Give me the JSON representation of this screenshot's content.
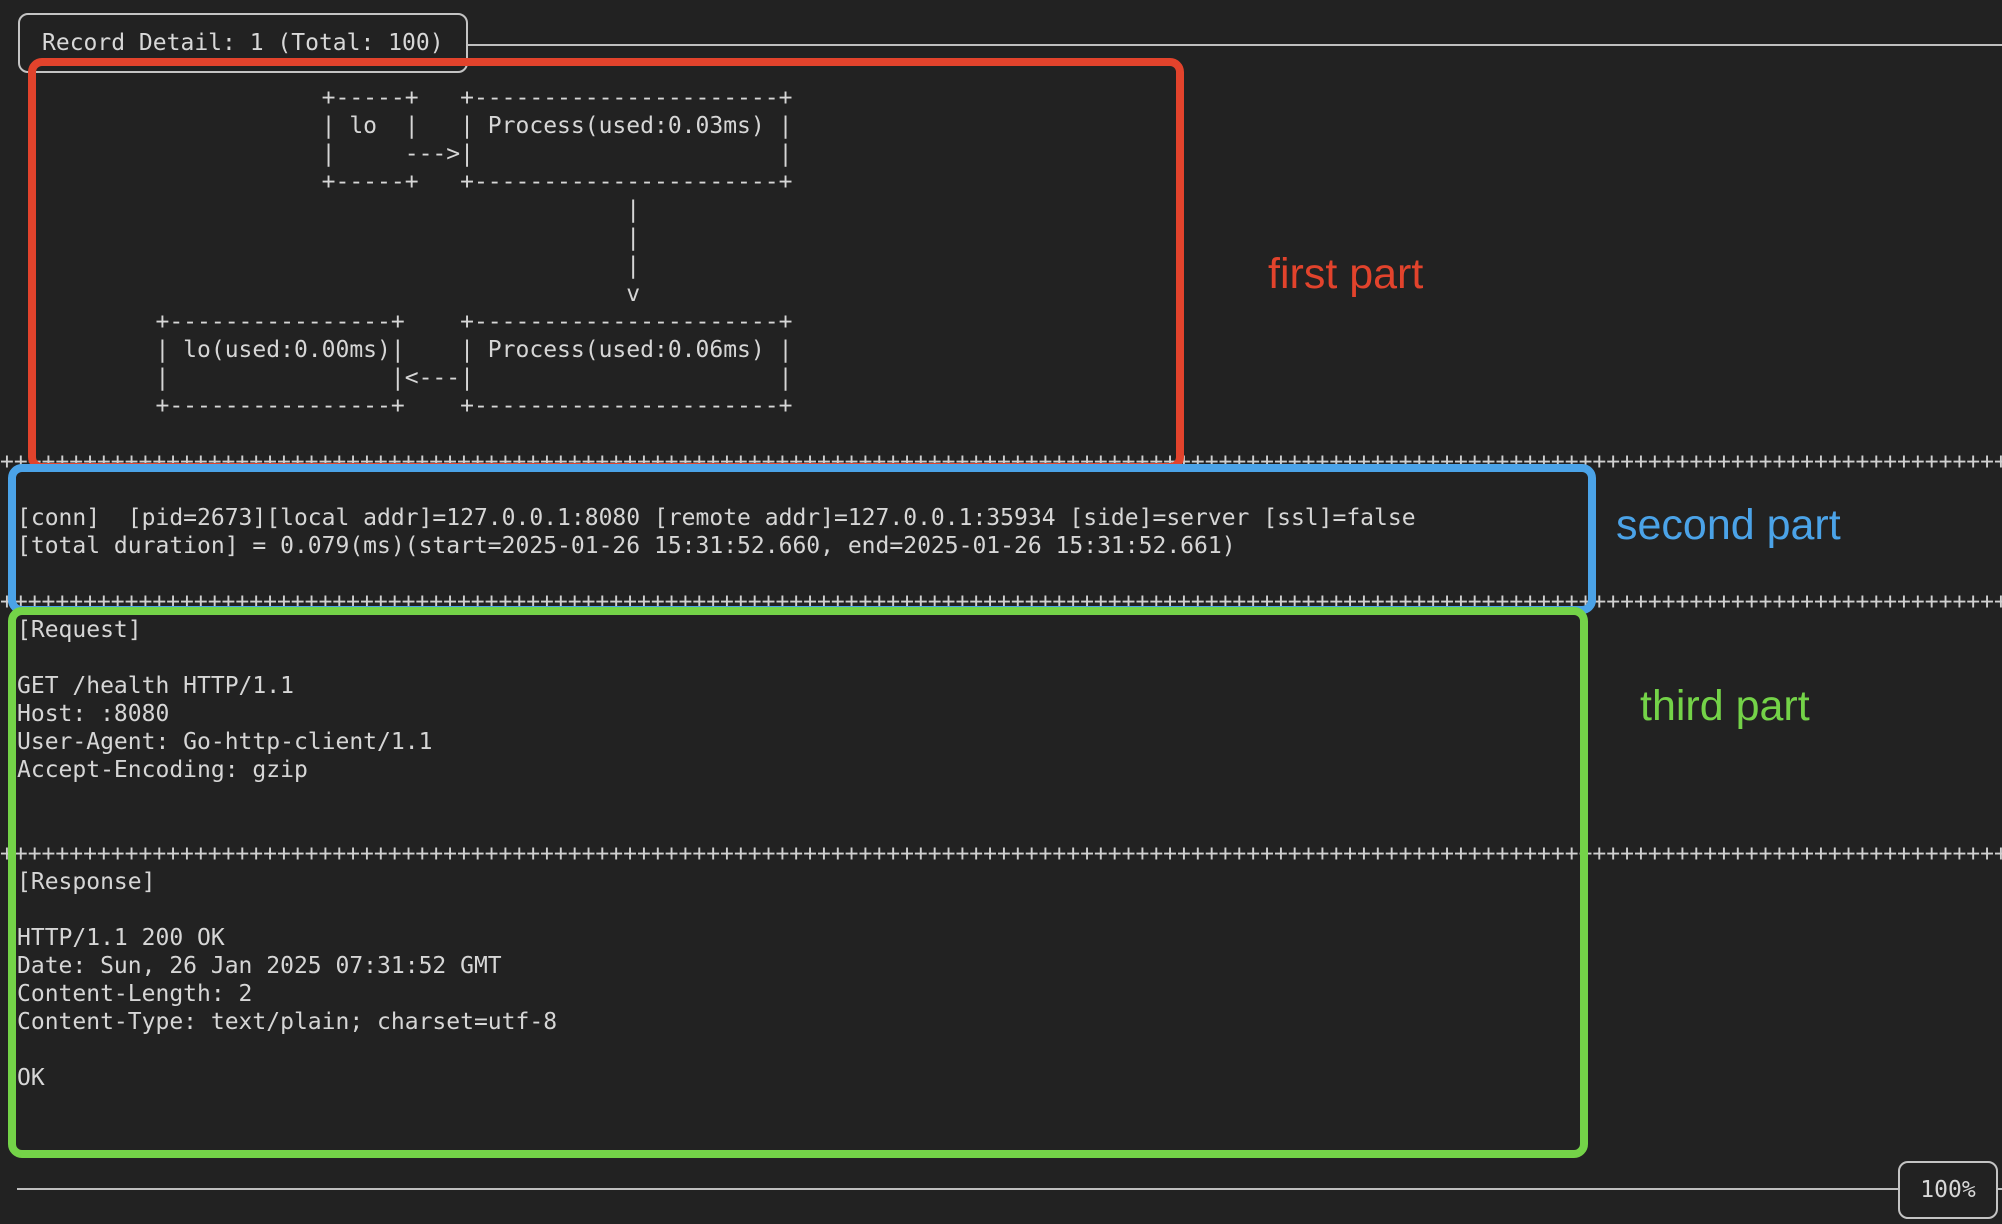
{
  "terminal": {
    "title_tab": "Record Detail: 1 (Total: 100)",
    "zoom_indicator": "100%",
    "separator_char": "+",
    "separator_repeat": 170,
    "diagram_lines": [
      "                      +-----+   +----------------------+",
      "                      | lo  |   | Process(used:0.03ms) |",
      "                      |     --->|                      |",
      "                      +-----+   +----------------------+",
      "                                            |",
      "                                            |",
      "                                            |",
      "                                            v",
      "          +----------------+    +----------------------+",
      "          | lo(used:0.00ms)|    | Process(used:0.06ms) |",
      "          |                |<---|                      |",
      "          +----------------+    +----------------------+"
    ],
    "conn_lines": [
      "[conn]  [pid=2673][local addr]=127.0.0.1:8080 [remote addr]=127.0.0.1:35934 [side]=server [ssl]=false",
      "[total duration] = 0.079(ms)(start=2025-01-26 15:31:52.660, end=2025-01-26 15:31:52.661)"
    ],
    "request_lines": [
      "[Request]",
      "",
      "GET /health HTTP/1.1",
      "Host: :8080",
      "User-Agent: Go-http-client/1.1",
      "Accept-Encoding: gzip"
    ],
    "response_lines": [
      "[Response]",
      "",
      "HTTP/1.1 200 OK",
      "Date: Sun, 26 Jan 2025 07:31:52 GMT",
      "Content-Length: 2",
      "Content-Type: text/plain; charset=utf-8",
      "",
      "OK"
    ]
  },
  "annotations": {
    "first": {
      "label": "first part",
      "color": "#e2432c"
    },
    "second": {
      "label": "second part",
      "color": "#4ba3e8"
    },
    "third": {
      "label": "third part",
      "color": "#74d348"
    }
  },
  "colors": {
    "background": "#222222",
    "terminal_text": "#d6d6d6",
    "terminal_border": "#c4c4c4"
  }
}
